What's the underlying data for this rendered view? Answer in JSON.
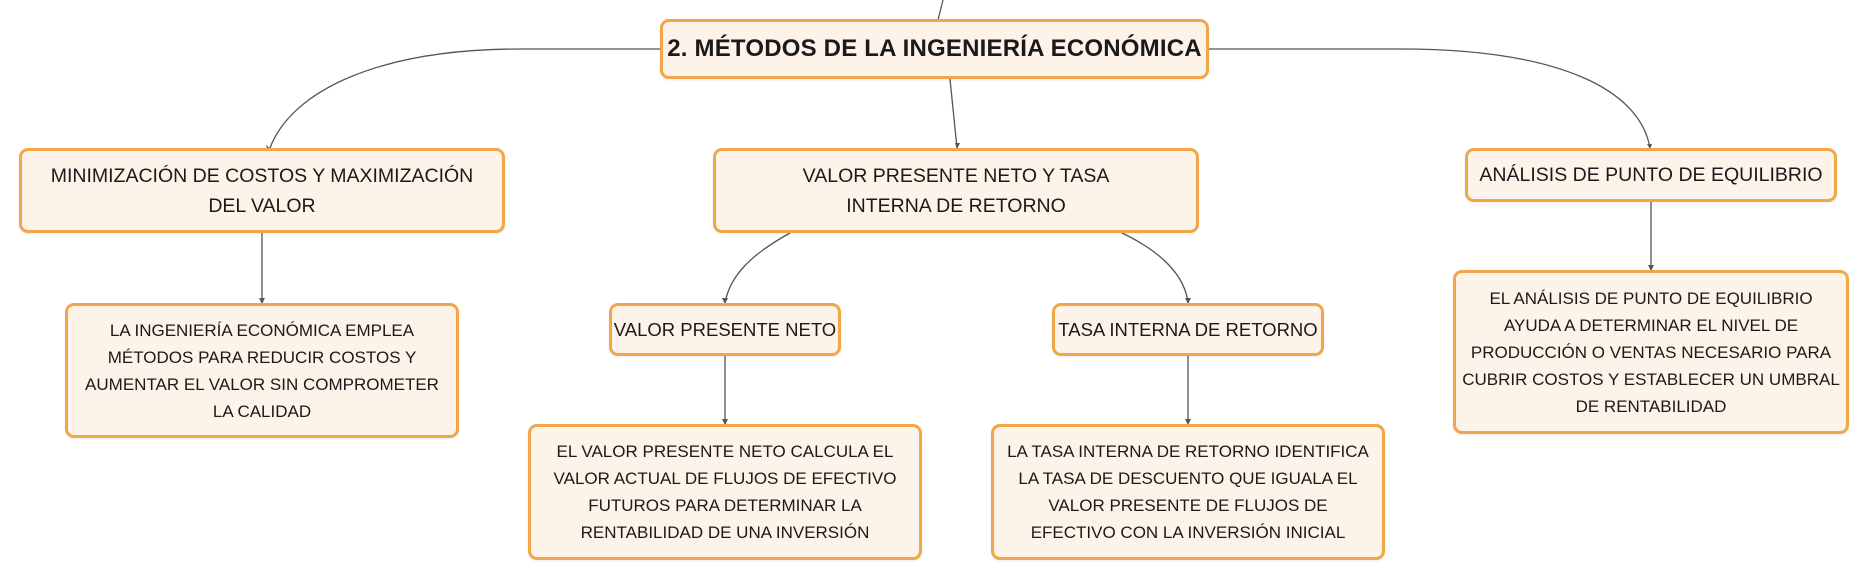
{
  "diagram": {
    "root": "2. MÉTODOS DE LA INGENIERÍA ECONÓMICA",
    "branches": [
      {
        "label": "MINIMIZACIÓN DE COSTOS Y MAXIMIZACIÓN DEL VALOR",
        "detail": "LA INGENIERÍA ECONÓMICA EMPLEA MÉTODOS PARA REDUCIR COSTOS Y AUMENTAR EL VALOR SIN COMPROMETER LA CALIDAD"
      },
      {
        "label": "VALOR PRESENTE NETO Y TASA INTERNA DE RETORNO",
        "children": [
          {
            "label": "VALOR PRESENTE NETO",
            "detail": "EL VALOR PRESENTE NETO CALCULA EL VALOR ACTUAL DE FLUJOS DE EFECTIVO FUTUROS PARA DETERMINAR LA RENTABILIDAD DE UNA INVERSIÓN"
          },
          {
            "label": "TASA INTERNA DE RETORNO",
            "detail": "LA TASA INTERNA DE RETORNO IDENTIFICA LA TASA DE DESCUENTO QUE IGUALA EL VALOR PRESENTE DE FLUJOS DE EFECTIVO CON LA INVERSIÓN INICIAL"
          }
        ]
      },
      {
        "label": "ANÁLISIS DE PUNTO DE EQUILIBRIO",
        "detail": "EL ANÁLISIS DE PUNTO DE EQUILIBRIO AYUDA A DETERMINAR EL NIVEL DE PRODUCCIÓN O VENTAS NECESARIO PARA CUBRIR COSTOS Y ESTABLECER UN UMBRAL DE RENTABILIDAD"
      }
    ],
    "colors": {
      "node_fill": "#fdf3e9",
      "node_border": "#f2a64a",
      "connector": "#555555"
    }
  }
}
